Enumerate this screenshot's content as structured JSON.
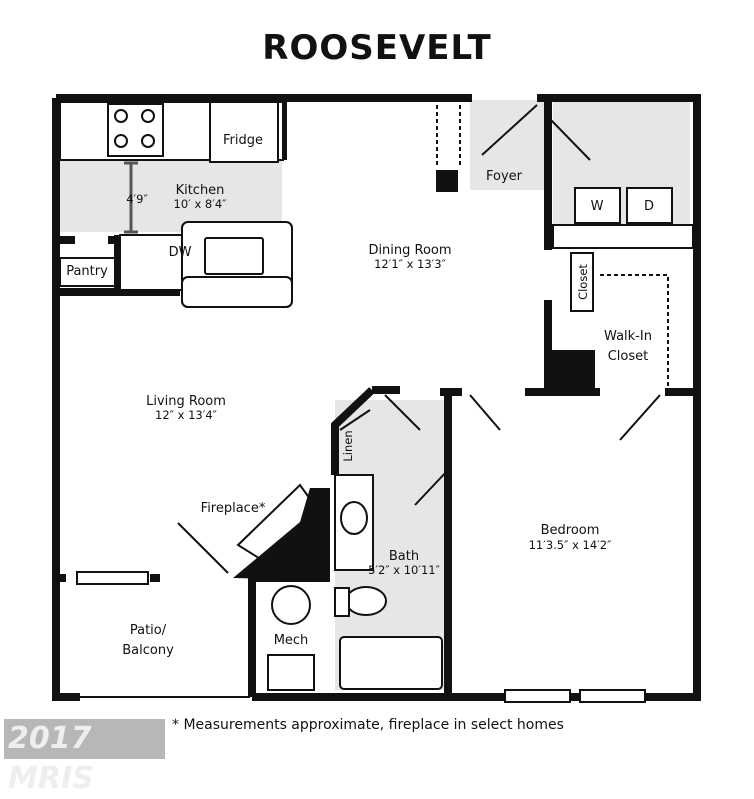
{
  "title": "ROOSEVELT",
  "rooms": {
    "kitchen": {
      "name": "Kitchen",
      "size": "10′ x 8′4″",
      "clearance": "4′9″"
    },
    "fridge": "Fridge",
    "dw": "DW",
    "pantry": "Pantry",
    "foyer": "Foyer",
    "washer": "W",
    "dryer": "D",
    "dining": {
      "name": "Dining Room",
      "size": "12′1″ x 13′3″"
    },
    "closet": "Closet",
    "walkin": {
      "line1": "Walk-In",
      "line2": "Closet"
    },
    "living": {
      "name": "Living Room",
      "size": "12″ x 13′4″"
    },
    "linen": "Linen",
    "fireplace": "Fireplace*",
    "bath": {
      "name": "Bath",
      "size": "5′2″ x 10′11″"
    },
    "bedroom": {
      "name": "Bedroom",
      "size": "11′3.5″ x 14′2″"
    },
    "patio": {
      "line1": "Patio/",
      "line2": "Balcony"
    },
    "mech": "Mech"
  },
  "footnote": "* Measurements approximate, fireplace in select homes",
  "watermark": "2017 MRIS"
}
